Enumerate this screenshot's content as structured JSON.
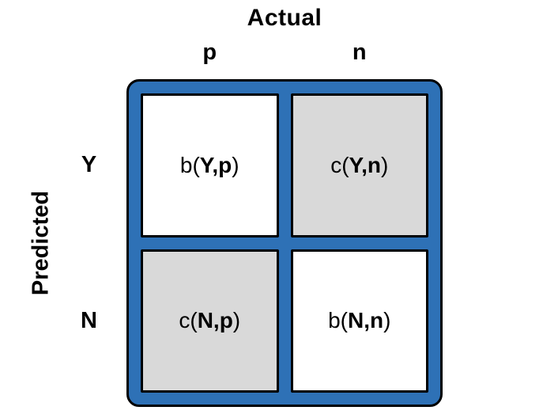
{
  "diagram": {
    "title": "Actual",
    "y_axis_label": "Predicted",
    "col_labels": [
      "p",
      "n"
    ],
    "row_labels": [
      "Y",
      "N"
    ],
    "cells": [
      {
        "prefix": "b(",
        "args": "Y,p",
        "suffix": ")",
        "fill": "white"
      },
      {
        "prefix": "c(",
        "args": "Y,n",
        "suffix": ")",
        "fill": "gray"
      },
      {
        "prefix": "c(",
        "args": "N,p",
        "suffix": ")",
        "fill": "gray"
      },
      {
        "prefix": "b(",
        "args": "N,n",
        "suffix": ")",
        "fill": "white"
      }
    ],
    "colors": {
      "frame_blue": "#2e71b6",
      "cell_gray": "#d9d9d9",
      "cell_white": "#ffffff",
      "outline": "#000000",
      "background": "#ffffff"
    }
  }
}
